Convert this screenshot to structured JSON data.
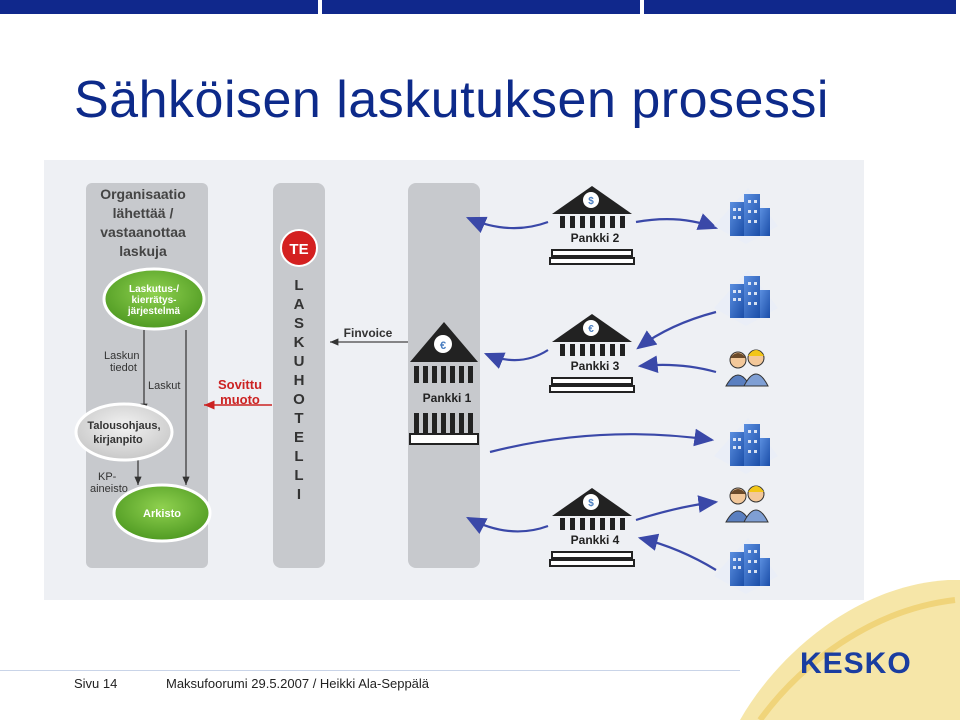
{
  "title": "Sähköisen laskutuksen prosessi",
  "left_panel": {
    "heading_lines": [
      "Organisaatio",
      "lähettää /",
      "vastaanottaa",
      "laskuja"
    ],
    "system_lines": [
      "Laskutus-/",
      "kierrätys-",
      "järjestelmä"
    ],
    "laskun_tiedot_lines": [
      "Laskun",
      "tiedot"
    ],
    "laskut": "Laskut",
    "talous_lines": [
      "Talousohjaus,",
      "kirjanpito"
    ],
    "kp_lines": [
      "KP-",
      "aineisto"
    ],
    "arkisto": "Arkisto"
  },
  "sovittu_lines": [
    "Sovittu",
    "muoto"
  ],
  "te_logo": "TE",
  "laskuhotelli": [
    "L",
    "A",
    "S",
    "K",
    "U",
    "H",
    "O",
    "T",
    "E",
    "L",
    "L",
    "I"
  ],
  "finvoice": "Finvoice",
  "banks": {
    "pankki1": "Pankki 1",
    "pankki2": "Pankki 2",
    "pankki3": "Pankki 3",
    "pankki4": "Pankki 4"
  },
  "footer": {
    "page": "Sivu 14",
    "event": "Maksufoorumi 29.5.2007  / Heikki Ala-Seppälä"
  },
  "logo": "KESKO",
  "colors": {
    "title": "#0d2a8a",
    "arrow": "#3a48a8",
    "green": "#66b032",
    "red": "#cc2222",
    "brand": "#1a3da0"
  }
}
